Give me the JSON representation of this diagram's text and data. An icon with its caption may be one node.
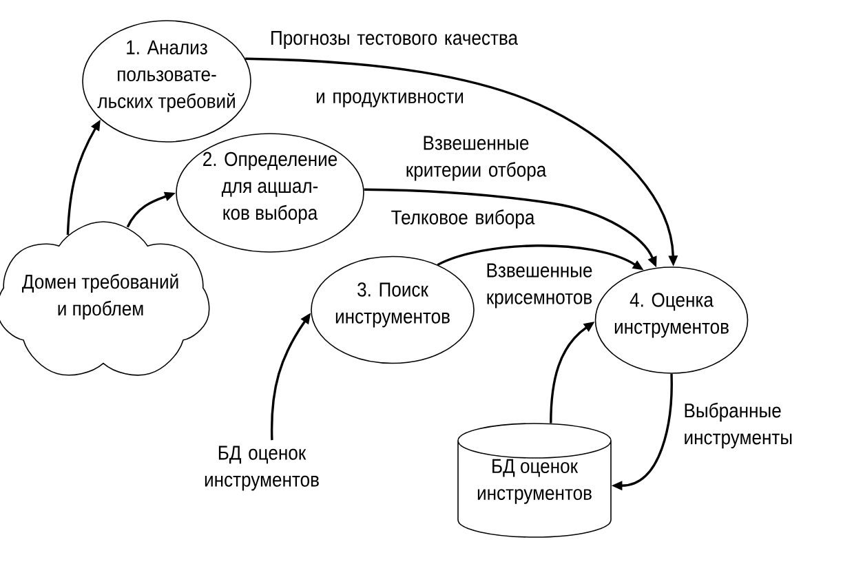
{
  "diagram": {
    "nodes": [
      {
        "text": [
          "1. Анализ пользовате- льских требовий"
        ]
      },
      {
        "text": [
          "2. Определение для ацшал- ков выбора"
        ]
      },
      {
        "text": [
          "Домен требований и проблем"
        ]
      },
      {
        "text": [
          "3. Поиск инструментов"
        ]
      },
      {
        "text": [
          "4. Оценка инструментов"
        ]
      },
      {
        "text": [
          "БД оценок инструментов"
        ]
      },
      {
        "text": [
          "БД оценок инструментов"
        ]
      }
    ],
    "edges": [
      {
        "from": 2,
        "to": 0,
        "arrow": "to"
      },
      {
        "from": 2,
        "to": 1,
        "arrow": "to"
      },
      {
        "from": 0,
        "to": 4,
        "arrow": "to",
        "label": "Прогнозы тестового качества"
      },
      {
        "from": 1,
        "to": 4,
        "arrow": "to",
        "label": "Взвешенные критерии отбора"
      },
      {
        "from": 3,
        "to": 4,
        "arrow": "to",
        "label": "Взвешенные крисемнотов"
      },
      {
        "from": 5,
        "to": 3,
        "arrow": "to"
      },
      {
        "from": 6,
        "to": 4,
        "arrow": "to"
      },
      {
        "from": 4,
        "to": 6,
        "arrow": "to",
        "label": "Выбранные инструменты"
      }
    ],
    "labels": [
      "и продуктивности",
      "Телковое вибора"
    ]
  }
}
